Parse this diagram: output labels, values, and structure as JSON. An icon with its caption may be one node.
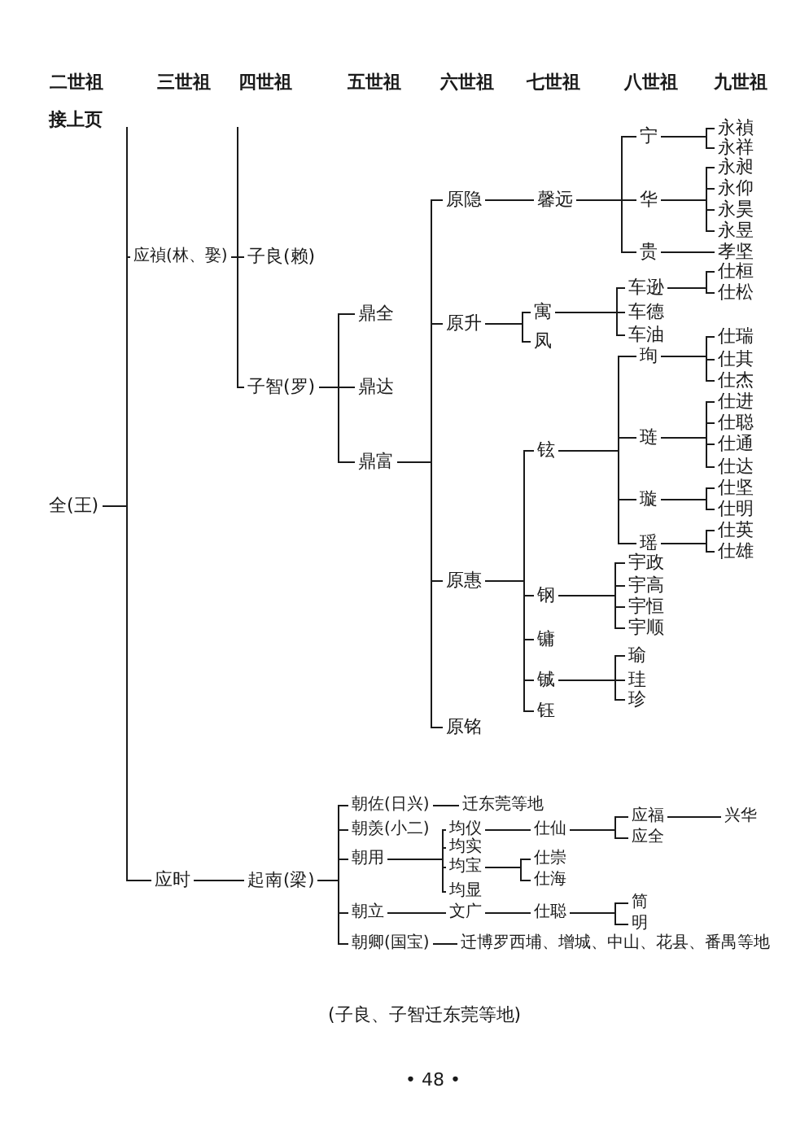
{
  "diagram": {
    "caption": "(子良、子智迁东莞等地)",
    "nodes": [
      {
        "text": [
          "全(王)"
        ]
      },
      {
        "text": [
          "应禎(林、娶)"
        ]
      },
      {
        "text": [
          "子良(赖)"
        ]
      },
      {
        "text": [
          "子智(罗)"
        ]
      },
      {
        "text": [
          "鼎全"
        ]
      },
      {
        "text": [
          "鼎达"
        ]
      },
      {
        "text": [
          "鼎富"
        ]
      },
      {
        "text": [
          "原隐"
        ]
      },
      {
        "text": [
          "馨远"
        ]
      },
      {
        "text": [
          "宁"
        ]
      },
      {
        "text": [
          "永禎"
        ]
      },
      {
        "text": [
          "永祥"
        ]
      },
      {
        "text": [
          "华"
        ]
      },
      {
        "text": [
          "永昶"
        ]
      },
      {
        "text": [
          "永仰"
        ]
      },
      {
        "text": [
          "永昊"
        ]
      },
      {
        "text": [
          "永昱"
        ]
      },
      {
        "text": [
          "贵"
        ]
      },
      {
        "text": [
          "孝坚"
        ]
      },
      {
        "text": [
          "原升"
        ]
      },
      {
        "text": [
          "寓"
        ]
      },
      {
        "text": [
          "车逊"
        ]
      },
      {
        "text": [
          "仕桓"
        ]
      },
      {
        "text": [
          "仕松"
        ]
      },
      {
        "text": [
          "车德"
        ]
      },
      {
        "text": [
          "车油"
        ]
      },
      {
        "text": [
          "凤"
        ]
      },
      {
        "text": [
          "原惠"
        ]
      },
      {
        "text": [
          "铉"
        ]
      },
      {
        "text": [
          "珣"
        ]
      },
      {
        "text": [
          "仕瑞"
        ]
      },
      {
        "text": [
          "仕其"
        ]
      },
      {
        "text": [
          "仕杰"
        ]
      },
      {
        "text": [
          "琏"
        ]
      },
      {
        "text": [
          "仕进"
        ]
      },
      {
        "text": [
          "仕聪"
        ]
      },
      {
        "text": [
          "仕通"
        ]
      },
      {
        "text": [
          "仕达"
        ]
      },
      {
        "text": [
          "璇"
        ]
      },
      {
        "text": [
          "仕坚"
        ]
      },
      {
        "text": [
          "仕明"
        ]
      },
      {
        "text": [
          "瑶"
        ]
      },
      {
        "text": [
          "仕英"
        ]
      },
      {
        "text": [
          "仕雄"
        ]
      },
      {
        "text": [
          "钢"
        ]
      },
      {
        "text": [
          "宇政"
        ]
      },
      {
        "text": [
          "宇高"
        ]
      },
      {
        "text": [
          "宇恒"
        ]
      },
      {
        "text": [
          "宇顺"
        ]
      },
      {
        "text": [
          "镛"
        ]
      },
      {
        "text": [
          "铖"
        ]
      },
      {
        "text": [
          "瑜"
        ]
      },
      {
        "text": [
          "珪"
        ]
      },
      {
        "text": [
          "珍"
        ]
      },
      {
        "text": [
          "钰"
        ]
      },
      {
        "text": [
          "原铭"
        ]
      },
      {
        "text": [
          "应时"
        ]
      },
      {
        "text": [
          "起南(梁)"
        ]
      },
      {
        "text": [
          "朝佐(日兴)"
        ]
      },
      {
        "text": [
          "迁东莞等地"
        ]
      },
      {
        "text": [
          "朝羡(小二)"
        ]
      },
      {
        "text": [
          "朝用"
        ]
      },
      {
        "text": [
          "均仪"
        ]
      },
      {
        "text": [
          "仕仙"
        ]
      },
      {
        "text": [
          "应福"
        ]
      },
      {
        "text": [
          "兴华"
        ]
      },
      {
        "text": [
          "应全"
        ]
      },
      {
        "text": [
          "均实"
        ]
      },
      {
        "text": [
          "均宝"
        ]
      },
      {
        "text": [
          "仕崇"
        ]
      },
      {
        "text": [
          "仕海"
        ]
      },
      {
        "text": [
          "均显"
        ]
      },
      {
        "text": [
          "朝立"
        ]
      },
      {
        "text": [
          "文广"
        ]
      },
      {
        "text": [
          "仕聪"
        ]
      },
      {
        "text": [
          "简"
        ]
      },
      {
        "text": [
          "明"
        ]
      },
      {
        "text": [
          "朝卿(国宝)"
        ]
      },
      {
        "text": [
          "迁博罗西埔、增城、中山、花县、番禺等地"
        ]
      }
    ],
    "edges": [
      {
        "from": 0,
        "to": 1,
        "arrow": "none"
      },
      {
        "from": 0,
        "to": 56,
        "arrow": "none"
      },
      {
        "from": 1,
        "to": 2,
        "arrow": "none"
      },
      {
        "from": 1,
        "to": 3,
        "arrow": "none"
      },
      {
        "from": 3,
        "to": 4,
        "arrow": "none"
      },
      {
        "from": 3,
        "to": 5,
        "arrow": "none"
      },
      {
        "from": 3,
        "to": 6,
        "arrow": "none"
      },
      {
        "from": 6,
        "to": 7,
        "arrow": "none"
      },
      {
        "from": 6,
        "to": 19,
        "arrow": "none"
      },
      {
        "from": 6,
        "to": 27,
        "arrow": "none"
      },
      {
        "from": 6,
        "to": 55,
        "arrow": "none"
      },
      {
        "from": 7,
        "to": 8,
        "arrow": "none"
      },
      {
        "from": 8,
        "to": 9,
        "arrow": "none"
      },
      {
        "from": 8,
        "to": 12,
        "arrow": "none"
      },
      {
        "from": 8,
        "to": 17,
        "arrow": "none"
      },
      {
        "from": 9,
        "to": 10,
        "arrow": "none"
      },
      {
        "from": 9,
        "to": 11,
        "arrow": "none"
      },
      {
        "from": 12,
        "to": 13,
        "arrow": "none"
      },
      {
        "from": 12,
        "to": 14,
        "arrow": "none"
      },
      {
        "from": 12,
        "to": 15,
        "arrow": "none"
      },
      {
        "from": 12,
        "to": 16,
        "arrow": "none"
      },
      {
        "from": 17,
        "to": 18,
        "arrow": "none"
      },
      {
        "from": 19,
        "to": 20,
        "arrow": "none"
      },
      {
        "from": 19,
        "to": 26,
        "arrow": "none"
      },
      {
        "from": 20,
        "to": 21,
        "arrow": "none"
      },
      {
        "from": 20,
        "to": 24,
        "arrow": "none"
      },
      {
        "from": 20,
        "to": 25,
        "arrow": "none"
      },
      {
        "from": 21,
        "to": 22,
        "arrow": "none"
      },
      {
        "from": 21,
        "to": 23,
        "arrow": "none"
      },
      {
        "from": 27,
        "to": 28,
        "arrow": "none"
      },
      {
        "from": 27,
        "to": 44,
        "arrow": "none"
      },
      {
        "from": 27,
        "to": 49,
        "arrow": "none"
      },
      {
        "from": 27,
        "to": 50,
        "arrow": "none"
      },
      {
        "from": 27,
        "to": 54,
        "arrow": "none"
      },
      {
        "from": 28,
        "to": 29,
        "arrow": "none"
      },
      {
        "from": 28,
        "to": 33,
        "arrow": "none"
      },
      {
        "from": 28,
        "to": 38,
        "arrow": "none"
      },
      {
        "from": 28,
        "to": 41,
        "arrow": "none"
      },
      {
        "from": 29,
        "to": 30,
        "arrow": "none"
      },
      {
        "from": 29,
        "to": 31,
        "arrow": "none"
      },
      {
        "from": 29,
        "to": 32,
        "arrow": "none"
      },
      {
        "from": 33,
        "to": 34,
        "arrow": "none"
      },
      {
        "from": 33,
        "to": 35,
        "arrow": "none"
      },
      {
        "from": 33,
        "to": 36,
        "arrow": "none"
      },
      {
        "from": 33,
        "to": 37,
        "arrow": "none"
      },
      {
        "from": 38,
        "to": 39,
        "arrow": "none"
      },
      {
        "from": 38,
        "to": 40,
        "arrow": "none"
      },
      {
        "from": 41,
        "to": 42,
        "arrow": "none"
      },
      {
        "from": 41,
        "to": 43,
        "arrow": "none"
      },
      {
        "from": 44,
        "to": 45,
        "arrow": "none"
      },
      {
        "from": 44,
        "to": 46,
        "arrow": "none"
      },
      {
        "from": 44,
        "to": 47,
        "arrow": "none"
      },
      {
        "from": 44,
        "to": 48,
        "arrow": "none"
      },
      {
        "from": 50,
        "to": 51,
        "arrow": "none"
      },
      {
        "from": 50,
        "to": 52,
        "arrow": "none"
      },
      {
        "from": 50,
        "to": 53,
        "arrow": "none"
      },
      {
        "from": 56,
        "to": 57,
        "arrow": "none"
      },
      {
        "from": 57,
        "to": 58,
        "arrow": "none"
      },
      {
        "from": 57,
        "to": 60,
        "arrow": "none"
      },
      {
        "from": 57,
        "to": 61,
        "arrow": "none"
      },
      {
        "from": 57,
        "to": 72,
        "arrow": "none"
      },
      {
        "from": 57,
        "to": 77,
        "arrow": "none"
      },
      {
        "from": 58,
        "to": 59,
        "arrow": "none"
      },
      {
        "from": 61,
        "to": 62,
        "arrow": "none"
      },
      {
        "from": 61,
        "to": 67,
        "arrow": "none"
      },
      {
        "from": 61,
        "to": 68,
        "arrow": "none"
      },
      {
        "from": 61,
        "to": 71,
        "arrow": "none"
      },
      {
        "from": 62,
        "to": 63,
        "arrow": "none"
      },
      {
        "from": 63,
        "to": 64,
        "arrow": "none"
      },
      {
        "from": 63,
        "to": 66,
        "arrow": "none"
      },
      {
        "from": 64,
        "to": 65,
        "arrow": "none"
      },
      {
        "from": 68,
        "to": 69,
        "arrow": "none"
      },
      {
        "from": 68,
        "to": 70,
        "arrow": "none"
      },
      {
        "from": 72,
        "to": 73,
        "arrow": "none"
      },
      {
        "from": 73,
        "to": 74,
        "arrow": "none"
      },
      {
        "from": 74,
        "to": 75,
        "arrow": "none"
      },
      {
        "from": 74,
        "to": 76,
        "arrow": "none"
      },
      {
        "from": 77,
        "to": 78,
        "arrow": "none"
      }
    ],
    "labels": [
      "二世祖",
      "三世祖",
      "四世祖",
      "五世祖",
      "六世祖",
      "七世祖",
      "八世祖",
      "九世祖",
      "接上页",
      "• 48 •"
    ]
  }
}
